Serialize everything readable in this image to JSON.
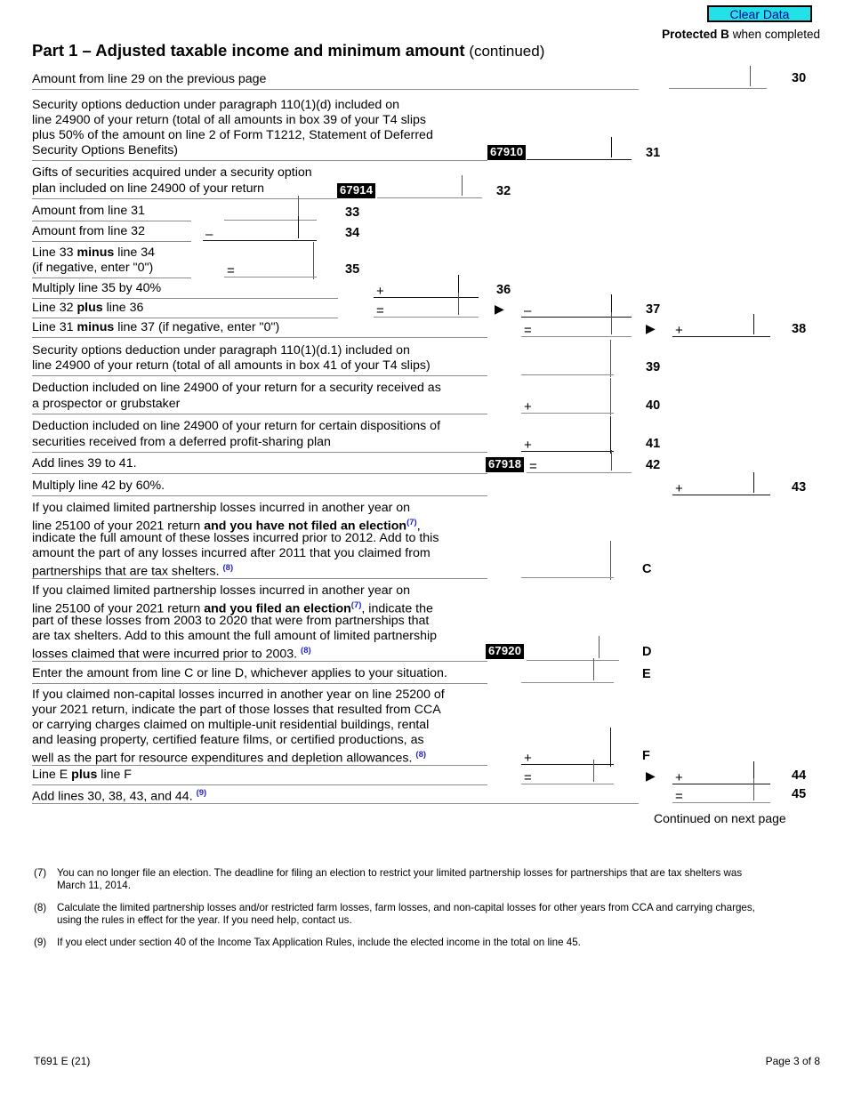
{
  "header": {
    "clear_data_label": "Clear Data",
    "protected_bold": "Protected B",
    "protected_rest": " when completed",
    "part_bold": "Part 1 – Adjusted taxable income and minimum amount",
    "part_cont": " (continued)"
  },
  "rows": {
    "r30": {
      "label": "Amount from line 29 on the previous page",
      "num": "30"
    },
    "r31": {
      "l1": "Security options deduction under paragraph 110(1)(d) included on",
      "l2": "line 24900 of your return (total of all amounts in box 39 of your T4 slips",
      "l3": "plus 50% of the amount on line 2 of Form T1212, Statement of Deferred",
      "l4": "Security Options Benefits)",
      "code": "67910",
      "num": "31"
    },
    "r32": {
      "l1": "Gifts of securities acquired under a security option",
      "l2": "plan included on line 24900 of your return",
      "code": "67914",
      "num": "32"
    },
    "r33": {
      "label": "Amount from line 31",
      "num": "33",
      "op": ""
    },
    "r34": {
      "label": "Amount from line 32",
      "num": "34",
      "op": "–"
    },
    "r35": {
      "l1": "Line 33 minus line 34",
      "l1_pre": "Line 33 ",
      "l1_bold": "minus",
      "l1_post": " line 34",
      "l2": "(if negative, enter \"0\")",
      "num": "35",
      "op": "="
    },
    "r36": {
      "label": "Multiply line 35 by 40%",
      "num": "36",
      "op": "+"
    },
    "r37": {
      "pre": "Line 32 ",
      "bold": "plus",
      "post": " line 36",
      "num": "37",
      "op_left": "=",
      "op_right": "–"
    },
    "r38": {
      "pre": "Line 31 ",
      "bold": "minus",
      "post": " line 37 (if negative, enter \"0\")",
      "num": "38",
      "op_left": "=",
      "op_right": "+"
    },
    "r39": {
      "l1": "Security options deduction under paragraph 110(1)(d.1) included on",
      "l2": "line 24900 of your return (total of all amounts in box 41 of your T4 slips)",
      "num": "39",
      "op": ""
    },
    "r40": {
      "l1": "Deduction included on line 24900 of your return for a security received as",
      "l2": "a prospector or grubstaker",
      "num": "40",
      "op": "+"
    },
    "r41": {
      "l1": "Deduction included on line 24900 of your return for certain dispositions of",
      "l2": "securities received from a deferred profit-sharing plan",
      "num": "41",
      "op": "+"
    },
    "r42": {
      "label": "Add lines 39 to 41.",
      "code": "67918",
      "num": "42",
      "op": "="
    },
    "r43": {
      "label": "Multiply line 42 by 60%.",
      "num": "43",
      "op": "+"
    },
    "rC": {
      "l1": "If you claimed limited partnership losses incurred in another year on",
      "l2_pre": "line 25100 of your 2021 return ",
      "l2_bold": "and you have not filed an election",
      "l2_fn": "(7)",
      "l2_post": ",",
      "l3": "indicate the full amount of these losses incurred prior to 2012. Add to this",
      "l4": "amount the part of any losses incurred after 2011 that you claimed from",
      "l5_pre": "partnerships that are tax shelters. ",
      "l5_fn": "(8)",
      "num": "C"
    },
    "rD": {
      "l1": "If you claimed limited partnership losses incurred in another year on",
      "l2_pre": "line 25100 of your 2021 return ",
      "l2_bold": "and you filed an election",
      "l2_fn": "(7)",
      "l2_post": ", indicate the",
      "l3": "part of these losses from 2003 to 2020 that were from partnerships that",
      "l4": "are tax shelters. Add to this amount the full amount of limited partnership",
      "l5_pre": "losses claimed that were incurred prior to 2003. ",
      "l5_fn": "(8)",
      "code": "67920",
      "num": "D"
    },
    "rE": {
      "label": "Enter the amount from line C or line D, whichever applies to your situation.",
      "num": "E"
    },
    "rF": {
      "l1": "If you claimed non-capital losses incurred in another year on line 25200 of",
      "l2": "your 2021 return, indicate the part of those losses that resulted from CCA",
      "l3": "or carrying charges claimed on multiple-unit residential buildings, rental",
      "l4": "and leasing property, certified feature films, or certified productions, as",
      "l5_pre": "well as the part for resource expenditures and depletion allowances. ",
      "l5_fn": "(8)",
      "num": "F",
      "op": "+"
    },
    "r44": {
      "pre": "Line E ",
      "bold": "plus",
      "post": " line F",
      "num": "44",
      "op_left": "=",
      "op_right": "+"
    },
    "r45": {
      "pre": "Add lines 30, 38, 43, and 44. ",
      "fn": "(9)",
      "num": "45",
      "op_right": "="
    }
  },
  "footnotes": [
    {
      "mark": "(7)",
      "l1": "You can no longer file an election. The deadline for filing an election to restrict your limited partnership losses for partnerships that are tax shelters was",
      "l2": "March 11, 2014."
    },
    {
      "mark": "(8)",
      "l1": "Calculate the limited partnership losses and/or restricted farm losses, farm losses, and non-capital losses for other years from CCA and carrying charges,",
      "l2": "using the rules in effect for the year. If you need help, contact us."
    },
    {
      "mark": "(9)",
      "l1": "If you elect under section 40 of the Income Tax Application Rules, include the elected income in the total on line 45.",
      "l2": ""
    }
  ],
  "footer": {
    "continued": "Continued on next page",
    "form_code": "T691 E (21)",
    "page": "Page 3 of 8"
  },
  "colors": {
    "clear_data_bg": "#22E2E8",
    "footnote_ref": "#2222CC",
    "rule": "#8c8c8c"
  }
}
